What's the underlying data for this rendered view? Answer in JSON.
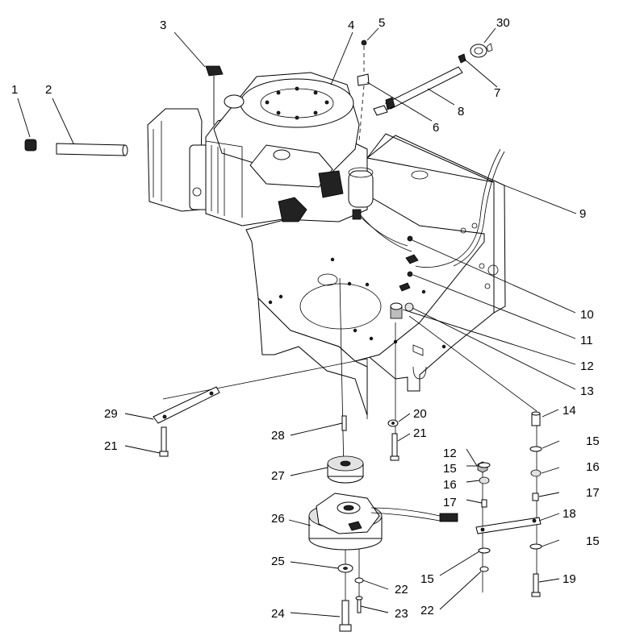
{
  "callouts": {
    "c1": "1",
    "c2": "2",
    "c3": "3",
    "c4": "4",
    "c5": "5",
    "c30": "30",
    "c7": "7",
    "c8": "8",
    "c6": "6",
    "c9": "9",
    "c10": "10",
    "c11": "11",
    "c12a": "12",
    "c13": "13",
    "c14": "14",
    "c15a": "15",
    "c16a": "16",
    "c17a": "17",
    "c18": "18",
    "c15b": "15",
    "c19": "19",
    "c20": "20",
    "c21a": "21",
    "c12b": "12",
    "c15c": "15",
    "c16b": "16",
    "c17b": "17",
    "c29": "29",
    "c21b": "21",
    "c28": "28",
    "c27": "27",
    "c26": "26",
    "c25": "25",
    "c15d": "15",
    "c22a": "22",
    "c22b": "22",
    "c23": "23",
    "c24": "24"
  },
  "icons": [
    "engine",
    "spark-plug",
    "muffler",
    "chassis-plate",
    "pto-clutch",
    "spacer",
    "bolt"
  ]
}
